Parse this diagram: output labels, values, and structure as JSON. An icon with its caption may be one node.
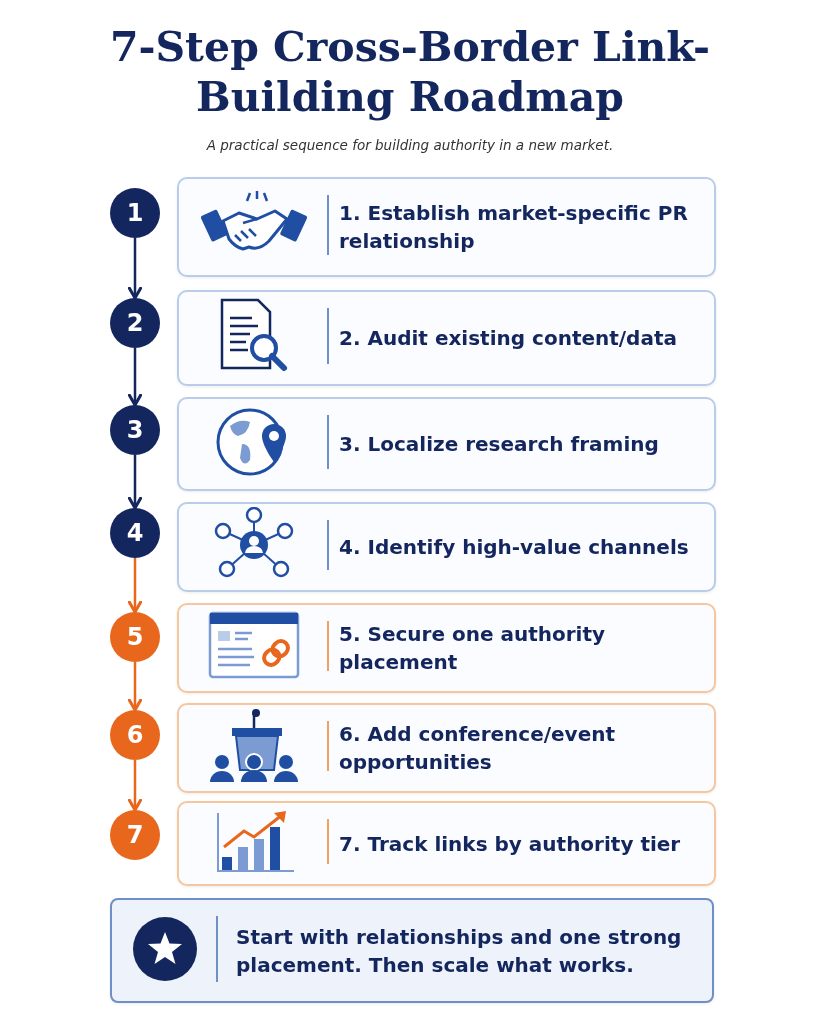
{
  "diagram": {
    "title": "7-Step Cross-Border Link-Building Roadmap",
    "nodes": [
      {
        "text": [
          "1"
        ]
      },
      {
        "text": [
          "1. Establish market-specific PR relationship"
        ]
      },
      {
        "text": [
          "2"
        ]
      },
      {
        "text": [
          "2. Audit existing content/data"
        ]
      },
      {
        "text": [
          "3"
        ]
      },
      {
        "text": [
          "3. Localize research framing"
        ]
      },
      {
        "text": [
          "4"
        ]
      },
      {
        "text": [
          "4. Identify high-value channels"
        ]
      },
      {
        "text": [
          "5"
        ]
      },
      {
        "text": [
          "5. Secure one authority placement"
        ]
      },
      {
        "text": [
          "6"
        ]
      },
      {
        "text": [
          "6. Add conference/event opportunities"
        ]
      },
      {
        "text": [
          "7"
        ]
      },
      {
        "text": [
          "7. Track links by authority tier"
        ]
      },
      {
        "text": [
          "Start with relationships and one strong placement. Then scale what works."
        ]
      }
    ],
    "edges": [
      {
        "from": 0,
        "to": 2,
        "arrow": "to"
      },
      {
        "from": 2,
        "to": 4,
        "arrow": "to"
      },
      {
        "from": 4,
        "to": 6,
        "arrow": "to"
      },
      {
        "from": 6,
        "to": 8,
        "arrow": "to",
        "color": "#e8671c"
      },
      {
        "from": 8,
        "to": 10,
        "arrow": "to",
        "color": "#e8671c"
      },
      {
        "from": 10,
        "to": 12,
        "arrow": "to",
        "color": "#e8671c"
      }
    ],
    "labels": [
      "A practical sequence for building authority in a new market."
    ]
  }
}
